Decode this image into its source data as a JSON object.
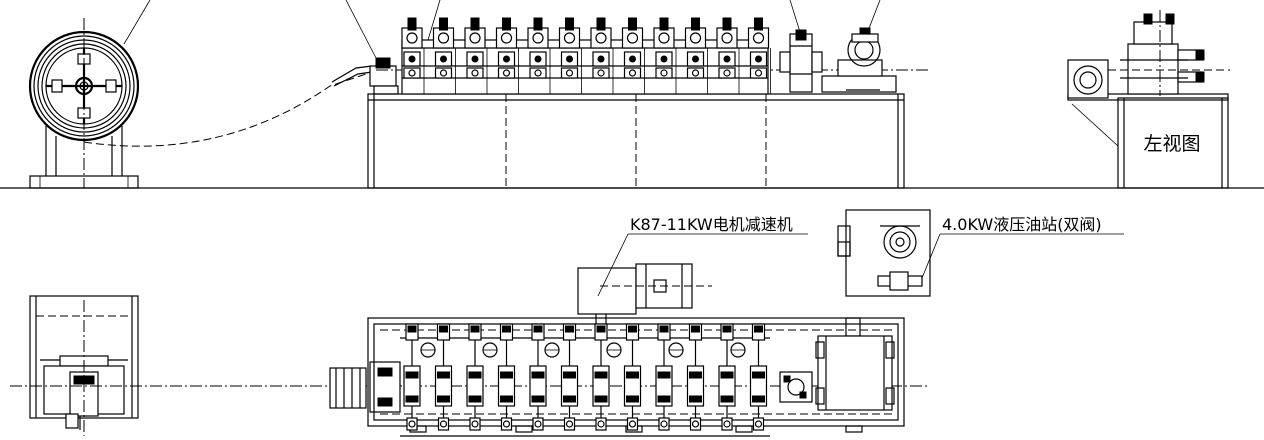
{
  "labels": {
    "left_view": "左视图",
    "motor_reducer": "K87-11KW电机减速机",
    "hydraulic_station": "4.0KW液压油站(双阀)"
  }
}
